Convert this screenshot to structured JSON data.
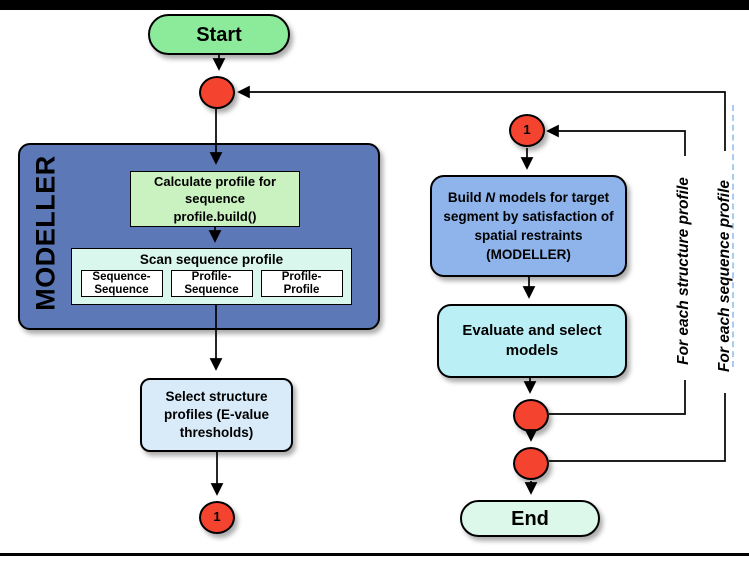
{
  "diagram": {
    "type": "flowchart",
    "nodes": {
      "start": {
        "label": "Start"
      },
      "modeller_group": {
        "label": "MODELLER"
      },
      "calc_profile": {
        "text": "Calculate profile for\nsequence\nprofile.build()"
      },
      "scan": {
        "title": "Scan sequence profile",
        "methods": [
          "Sequence-\nSequence",
          "Profile-\nSequence",
          "Profile-\nProfile"
        ]
      },
      "select_profiles": {
        "text": "Select structure\nprofiles (E-value\nthresholds)"
      },
      "loop_marker": {
        "label": "1"
      },
      "build_models": {
        "pre": "Build ",
        "emph": "N",
        "post": " models for target\nsegment by satisfaction of\nspatial restraints\n(MODELLER)"
      },
      "evaluate": {
        "text": "Evaluate and select\nmodels"
      },
      "end": {
        "label": "End"
      }
    },
    "loop_labels": {
      "structure": "For each structure profile",
      "sequence": "For each sequence profile"
    },
    "palette": {
      "start_fill": "#8beb9b",
      "end_fill": "#dbf8eb",
      "connector_circle_fill": "#f4432e",
      "modeller_group_fill": "#5c78b6",
      "calc_profile_fill": "#c9f2c0",
      "scan_fill": "#d9f7ec",
      "method_fill": "#ffffff",
      "select_profiles_fill": "#d9eaf8",
      "build_models_fill": "#8eb4eb",
      "evaluate_fill": "#bbeff6",
      "line_color": "#000000",
      "frame_color": "#000000",
      "link_edge_color": "#a9cdf0"
    }
  }
}
